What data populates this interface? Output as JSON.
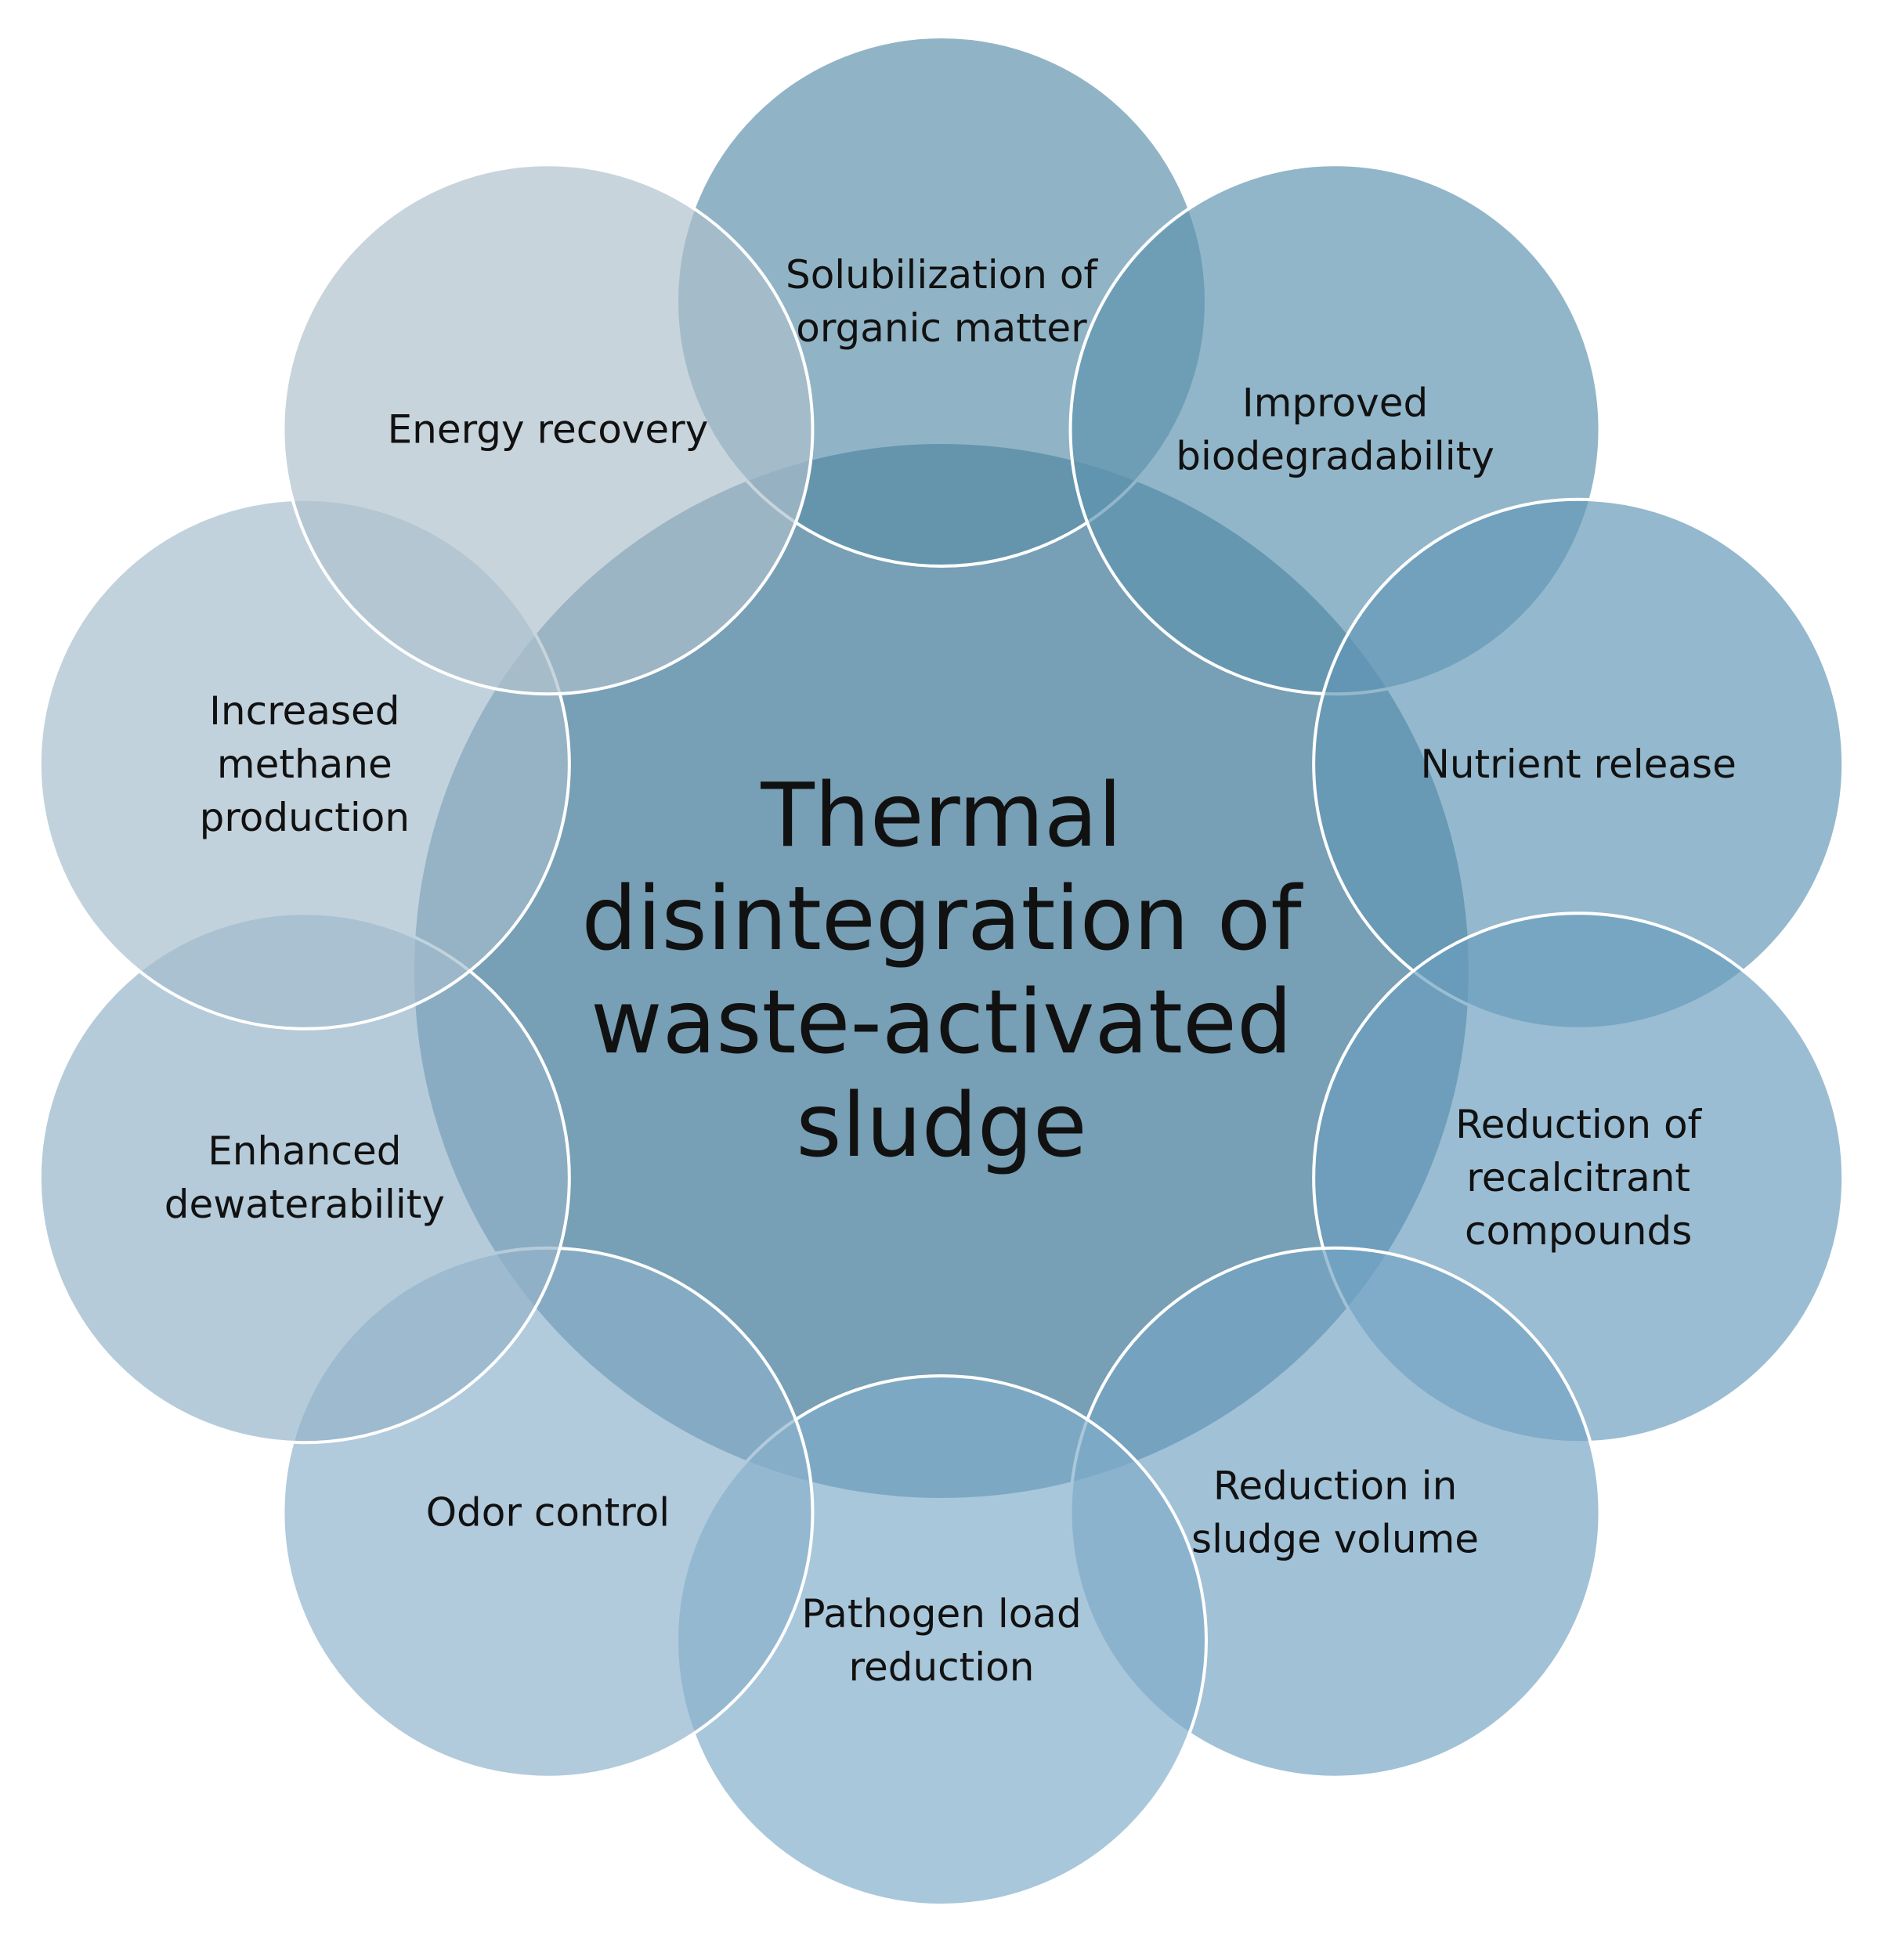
{
  "center": {
    "lines": [
      "Thermal",
      "disintegration of",
      "waste-activated",
      "sludge"
    ],
    "color": "#5f8ea8"
  },
  "benefits": [
    {
      "id": "solubilization",
      "lines": [
        "Solubilization of",
        "organic matter"
      ],
      "color": "#5b90a9"
    },
    {
      "id": "biodegradability",
      "lines": [
        "Improved",
        "biodegradability"
      ],
      "color": "#5e94b0"
    },
    {
      "id": "nutrient-release",
      "lines": [
        "Nutrient release"
      ],
      "color": "#6197b5"
    },
    {
      "id": "recalcitrant",
      "lines": [
        "Reduction of",
        "recalcitrant",
        "compounds"
      ],
      "color": "#6a9ebe"
    },
    {
      "id": "sludge-volume",
      "lines": [
        "Reduction in",
        "sludge volume"
      ],
      "color": "#74a4c4"
    },
    {
      "id": "pathogen",
      "lines": [
        "Pathogen load",
        "reduction"
      ],
      "color": "#80acca"
    },
    {
      "id": "odor",
      "lines": [
        "Odor control"
      ],
      "color": "#8cb1cb"
    },
    {
      "id": "dewaterability",
      "lines": [
        "Enhanced",
        "dewaterability"
      ],
      "color": "#94b3c9"
    },
    {
      "id": "methane",
      "lines": [
        "Increased",
        "methane",
        "production"
      ],
      "color": "#a3bccd"
    },
    {
      "id": "energy",
      "lines": [
        "Energy recovery"
      ],
      "color": "#aebfcc"
    }
  ]
}
